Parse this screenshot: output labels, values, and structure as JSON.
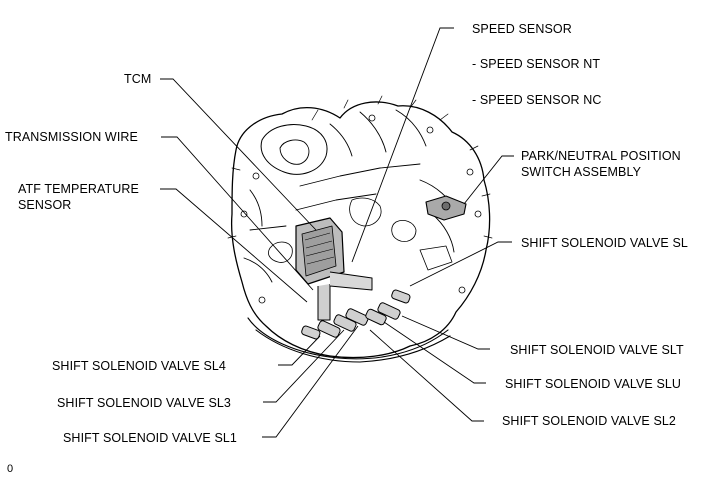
{
  "diagram": {
    "labels": {
      "speed_sensor": "SPEED SENSOR",
      "speed_sensor_nt": "- SPEED SENSOR NT",
      "speed_sensor_nc": "- SPEED SENSOR NC",
      "tcm": "TCM",
      "transmission_wire": "TRANSMISSION WIRE",
      "atf_temp_sensor": "ATF TEMPERATURE\nSENSOR",
      "park_neutral_switch": "PARK/NEUTRAL POSITION\nSWITCH ASSEMBLY",
      "sv_sl": "SHIFT SOLENOID VALVE SL",
      "sv_slt": "SHIFT SOLENOID VALVE SLT",
      "sv_slu": "SHIFT SOLENOID VALVE SLU",
      "sv_sl2": "SHIFT SOLENOID VALVE SL2",
      "sv_sl4": "SHIFT SOLENOID VALVE SL4",
      "sv_sl3": "SHIFT SOLENOID VALVE SL3",
      "sv_sl1": "SHIFT SOLENOID VALVE SL1"
    },
    "figure_code": "0"
  }
}
